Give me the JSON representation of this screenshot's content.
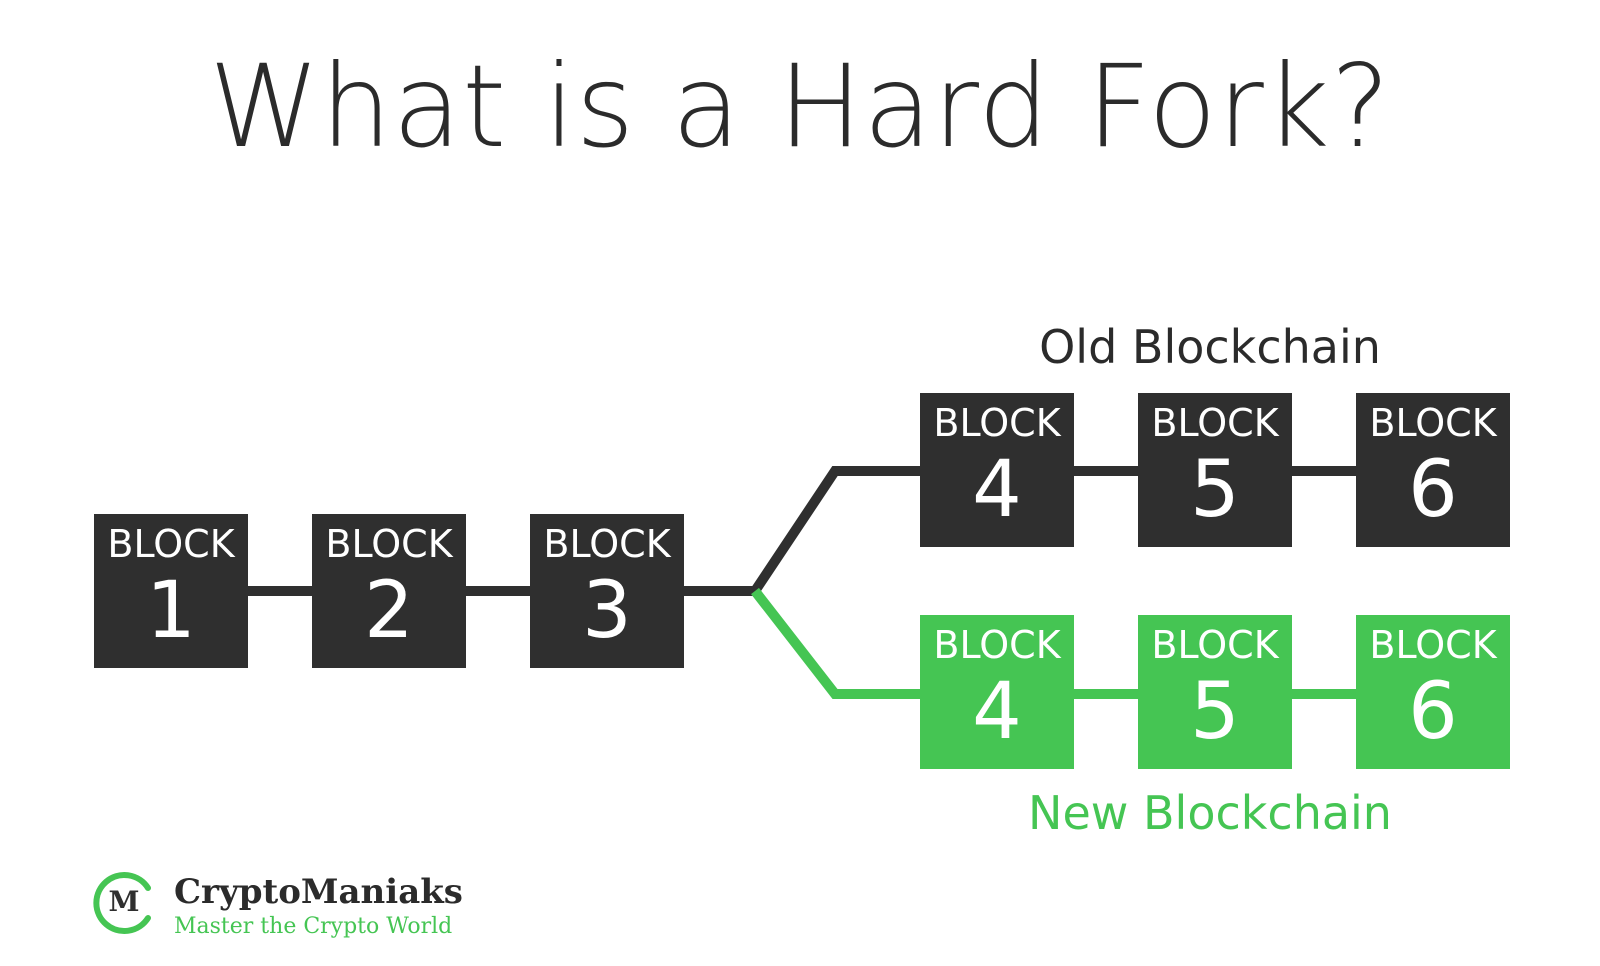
{
  "title": "What is a Hard Fork?",
  "colors": {
    "dark": "#2f2f2f",
    "green": "#45c553",
    "text": "#2b2b2b",
    "background": "#ffffff"
  },
  "shared_chain": [
    {
      "label": "BLOCK",
      "number": "1"
    },
    {
      "label": "BLOCK",
      "number": "2"
    },
    {
      "label": "BLOCK",
      "number": "3"
    }
  ],
  "old_chain": {
    "label": "Old Blockchain",
    "blocks": [
      {
        "label": "BLOCK",
        "number": "4"
      },
      {
        "label": "BLOCK",
        "number": "5"
      },
      {
        "label": "BLOCK",
        "number": "6"
      }
    ]
  },
  "new_chain": {
    "label": "New Blockchain",
    "blocks": [
      {
        "label": "BLOCK",
        "number": "4"
      },
      {
        "label": "BLOCK",
        "number": "5"
      },
      {
        "label": "BLOCK",
        "number": "6"
      }
    ]
  },
  "logo": {
    "mark_letter": "M",
    "name": "CryptoManiaks",
    "tagline": "Master the Crypto World"
  }
}
